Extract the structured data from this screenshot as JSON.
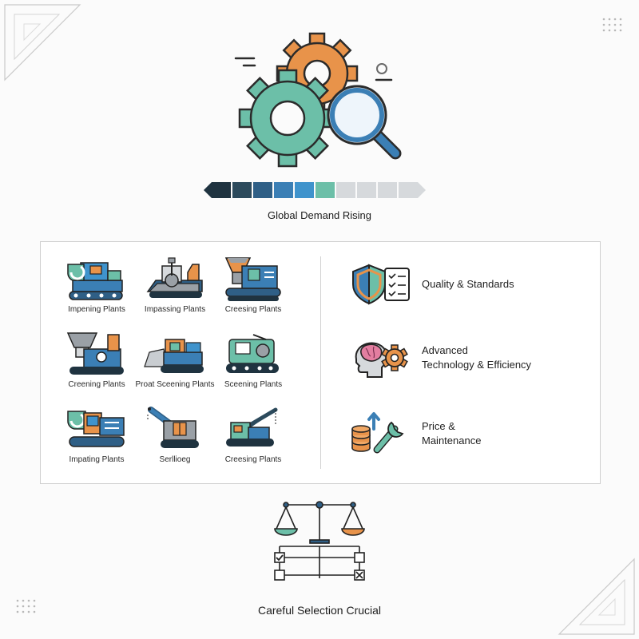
{
  "header": {
    "caption": "Global Demand Rising",
    "icon": "gears-magnifier-icon",
    "segment_colors": [
      "#1f3340",
      "#2c4a5c",
      "#2f5f86",
      "#3b7fb5",
      "#3f93cc",
      "#6cbfa8",
      "#d6d9dc",
      "#d6d9dc",
      "#d6d9dc",
      "#d6d9dc"
    ]
  },
  "plants": [
    {
      "label": "Impening Plants",
      "icon": "impact-crusher-icon"
    },
    {
      "label": "Impassing Plants",
      "icon": "jaw-crusher-icon"
    },
    {
      "label": "Creesing Plants",
      "icon": "cone-crusher-icon"
    },
    {
      "label": "Creening Plants",
      "icon": "hopper-crusher-icon"
    },
    {
      "label": "Proat Sceening Plants",
      "icon": "screening-plant-icon"
    },
    {
      "label": "Sceening Plants",
      "icon": "tracked-screener-icon"
    },
    {
      "label": "Impating Plants",
      "icon": "mobile-impactor-icon"
    },
    {
      "label": "Serllioeg",
      "icon": "stacker-conveyor-icon"
    },
    {
      "label": "Creesing Plants",
      "icon": "crane-crusher-icon"
    }
  ],
  "factors": [
    {
      "lines": [
        "Quality & Standards"
      ],
      "icon": "shield-checklist-icon"
    },
    {
      "lines": [
        "Advanced",
        "Technology & Efficiency"
      ],
      "icon": "brain-gear-icon"
    },
    {
      "lines": [
        "Price &",
        "Maintenance"
      ],
      "icon": "coins-wrench-icon"
    }
  ],
  "footer": {
    "caption": "Careful Selection Crucial",
    "icon": "balance-scale-checklist-icon"
  },
  "colors": {
    "navy": "#1f3340",
    "blue": "#3b7fb5",
    "teal": "#6cbfa8",
    "orange": "#e8934a",
    "gray": "#9aa0a6"
  }
}
